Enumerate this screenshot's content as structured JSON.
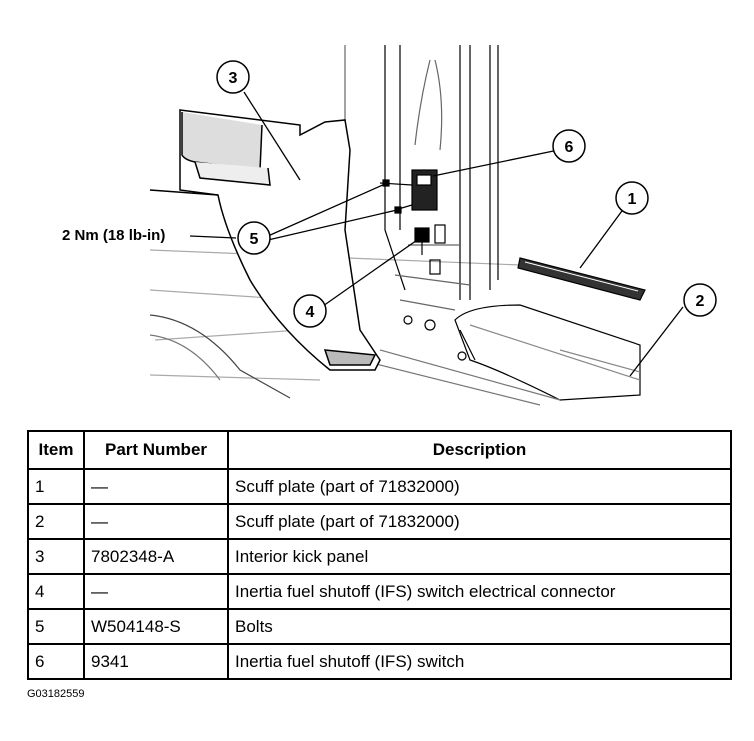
{
  "diagram": {
    "callouts": [
      "1",
      "2",
      "3",
      "4",
      "5",
      "6"
    ],
    "torque_label": "2 Nm (18 lb-in)"
  },
  "table": {
    "headers": [
      "Item",
      "Part Number",
      "Description"
    ],
    "rows": [
      {
        "item": "1",
        "part_number": "—",
        "description": "Scuff plate (part of 71832000)"
      },
      {
        "item": "2",
        "part_number": "—",
        "description": "Scuff plate (part of 71832000)"
      },
      {
        "item": "3",
        "part_number": "7802348-A",
        "description": "Interior kick panel"
      },
      {
        "item": "4",
        "part_number": "—",
        "description": "Inertia fuel shutoff (IFS) switch electrical connector"
      },
      {
        "item": "5",
        "part_number": "W504148-S",
        "description": "Bolts"
      },
      {
        "item": "6",
        "part_number": "9341",
        "description": "Inertia fuel shutoff (IFS) switch"
      }
    ]
  },
  "figure_id": "G03182559"
}
